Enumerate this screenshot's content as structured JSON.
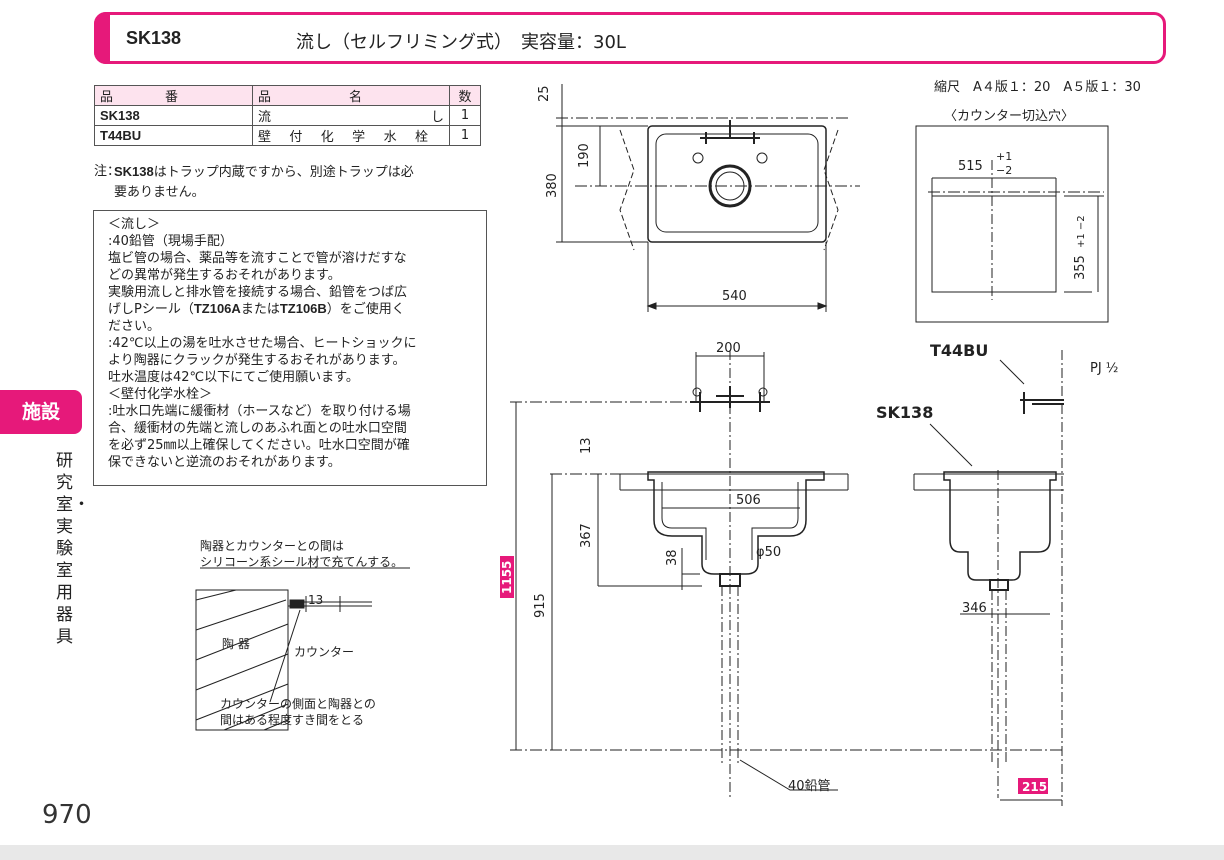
{
  "header": {
    "code": "SK138",
    "name": "流し（セルフリミング式）　実容量：30L"
  },
  "scale": "縮尺　A４版１：20　A５版１：30",
  "parts_table": {
    "headers": [
      "品　　　　番",
      "品　　　　　　名",
      "数"
    ],
    "rows": [
      {
        "code": "SK138",
        "name_left": "流",
        "name_right": "し",
        "qty": "1"
      },
      {
        "code": "T44BU",
        "name_chars": [
          "壁",
          "付",
          "化",
          "学",
          "水",
          "栓"
        ],
        "qty": "1"
      }
    ]
  },
  "note": {
    "label": "注：",
    "bold": "SK138",
    "text1": "はトラップ内蔵ですから、別途トラップは必",
    "text2": "要ありません。"
  },
  "cautions": {
    "sink_title": "＜流し＞",
    "sink_lines": [
      ":40鉛管（現場手配）",
      "  塩ビ管の場合、薬品等を流すことで管が溶けだすな",
      "  どの異常が発生するおそれがあります。",
      "  実験用流しと排水管を接続する場合、鉛管をつば広"
    ],
    "line5_a": "  げしPシール（",
    "line5_b1": "TZ106A",
    "line5_c": "または",
    "line5_b2": "TZ106B",
    "line5_d": "）をご使用く",
    "sink_lines2": [
      "  ださい。",
      ":42℃以上の湯を吐水させた場合、ヒートショックに",
      "  より陶器にクラックが発生するおそれがあります。",
      "  吐水温度は42℃以下にてご使用願います。"
    ],
    "faucet_title": "＜壁付化学水栓＞",
    "faucet_lines": [
      ":吐水口先端に緩衝材（ホースなど）を取り付ける場",
      "  合、緩衝材の先端と流しのあふれ面との吐水口空間",
      "  を必ず25㎜以上確保してください。吐水口空間が確",
      "  保できないと逆流のおそれがあります。"
    ]
  },
  "side": {
    "tab": "施設",
    "category": "研究室・実験室用器具"
  },
  "page_number": "970",
  "drawings": {
    "plan_dims": {
      "top": "25",
      "a": "190",
      "b": "380",
      "width": "540"
    },
    "cutout": {
      "title": "〈カウンター切込穴〉",
      "w": "515",
      "w_tol_plus": "+1",
      "w_tol_minus": "−2",
      "h": "355",
      "h_tol": "+1 −2"
    },
    "front_dims": {
      "faucet_span": "200",
      "rim": "13",
      "bowl_w": "506",
      "depth": "367",
      "outlet": "38",
      "dia": "φ50",
      "height": "915",
      "total": "1155",
      "pipe": "40鉛管"
    },
    "side_view": {
      "faucet": "T44BU",
      "sink": "SK138",
      "pj": "PJ ½",
      "offset": "346",
      "wall": "215"
    },
    "detail": {
      "seal_note_1": "陶器とカウンターとの間は",
      "seal_note_2": "シリコーン系シール材で充てんする。",
      "gap": "13",
      "ceramic": "陶 器",
      "counter": "カウンター",
      "gap_note_1": "カウンターの側面と陶器との",
      "gap_note_2": "間はある程度すき間をとる"
    }
  }
}
